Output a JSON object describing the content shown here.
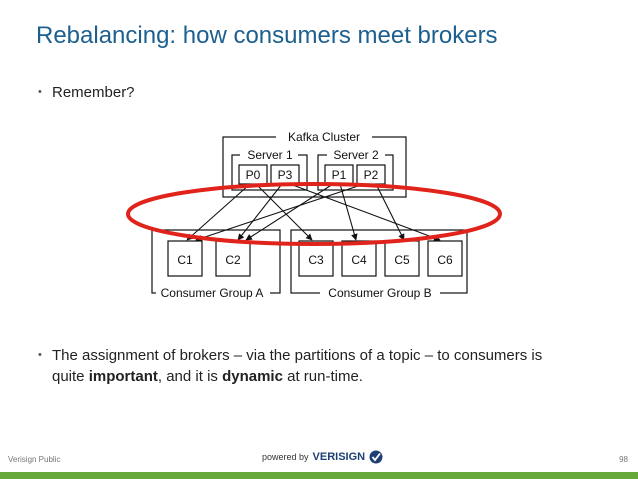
{
  "slide": {
    "title": "Rebalancing: how consumers meet brokers",
    "bullets": [
      {
        "text_plain": "Remember?"
      },
      {
        "part1": "The assignment of brokers – via the partitions of a topic – to consumers is quite ",
        "bold1": "important",
        "part2": ", and it is ",
        "bold2": "dynamic",
        "part3": " at run-time."
      }
    ]
  },
  "diagram": {
    "cluster_label": "Kafka Cluster",
    "servers": [
      {
        "label": "Server 1",
        "partitions": [
          "P0",
          "P3"
        ]
      },
      {
        "label": "Server 2",
        "partitions": [
          "P1",
          "P2"
        ]
      }
    ],
    "groups": [
      {
        "label": "Consumer Group A",
        "consumers": [
          "C1",
          "C2"
        ]
      },
      {
        "label": "Consumer Group B",
        "consumers": [
          "C3",
          "C4",
          "C5",
          "C6"
        ]
      }
    ],
    "highlight_color": "#e0241b"
  },
  "footer": {
    "left": "Verisign Public",
    "powered": "powered by",
    "brand": "VERISIGN",
    "page": "98"
  }
}
